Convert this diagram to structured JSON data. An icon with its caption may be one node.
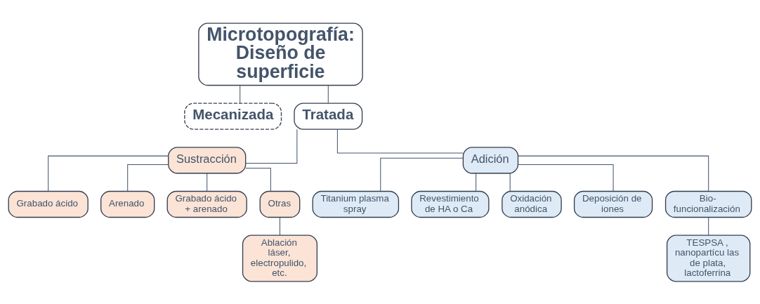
{
  "diagram": {
    "nodes": [
      {
        "text": [
          "Microtopografía: Diseño de superficie"
        ]
      },
      {
        "text": [
          "Mecanizada"
        ]
      },
      {
        "text": [
          "Tratada"
        ]
      },
      {
        "text": [
          "Sustracción"
        ]
      },
      {
        "text": [
          "Adición"
        ]
      },
      {
        "text": [
          "Grabado ácido"
        ]
      },
      {
        "text": [
          "Arenado"
        ]
      },
      {
        "text": [
          "Grabado ácido + arenado"
        ]
      },
      {
        "text": [
          "Otras"
        ]
      },
      {
        "text": [
          "Ablación láser, electropulido, etc."
        ]
      },
      {
        "text": [
          "Titanium plasma spray"
        ]
      },
      {
        "text": [
          "Revestimiento de HA o Ca"
        ]
      },
      {
        "text": [
          "Oxidación anódica"
        ]
      },
      {
        "text": [
          "Deposición de iones"
        ]
      },
      {
        "text": [
          "Bio- funcionalización"
        ]
      },
      {
        "text": [
          "TESPSA , nanopartícu las de plata, lactoferrina"
        ]
      }
    ],
    "edges": [
      {
        "from": 0,
        "to": 1,
        "arrow": "none"
      },
      {
        "from": 0,
        "to": 2,
        "arrow": "none"
      },
      {
        "from": 2,
        "to": 3,
        "arrow": "none"
      },
      {
        "from": 2,
        "to": 4,
        "arrow": "none"
      },
      {
        "from": 3,
        "to": 5,
        "arrow": "none"
      },
      {
        "from": 3,
        "to": 6,
        "arrow": "none"
      },
      {
        "from": 3,
        "to": 7,
        "arrow": "none"
      },
      {
        "from": 3,
        "to": 8,
        "arrow": "none"
      },
      {
        "from": 8,
        "to": 9,
        "arrow": "none"
      },
      {
        "from": 4,
        "to": 10,
        "arrow": "none"
      },
      {
        "from": 4,
        "to": 11,
        "arrow": "none"
      },
      {
        "from": 4,
        "to": 12,
        "arrow": "none"
      },
      {
        "from": 4,
        "to": 13,
        "arrow": "none"
      },
      {
        "from": 4,
        "to": 14,
        "arrow": "none"
      },
      {
        "from": 14,
        "to": 15,
        "arrow": "none"
      }
    ]
  }
}
